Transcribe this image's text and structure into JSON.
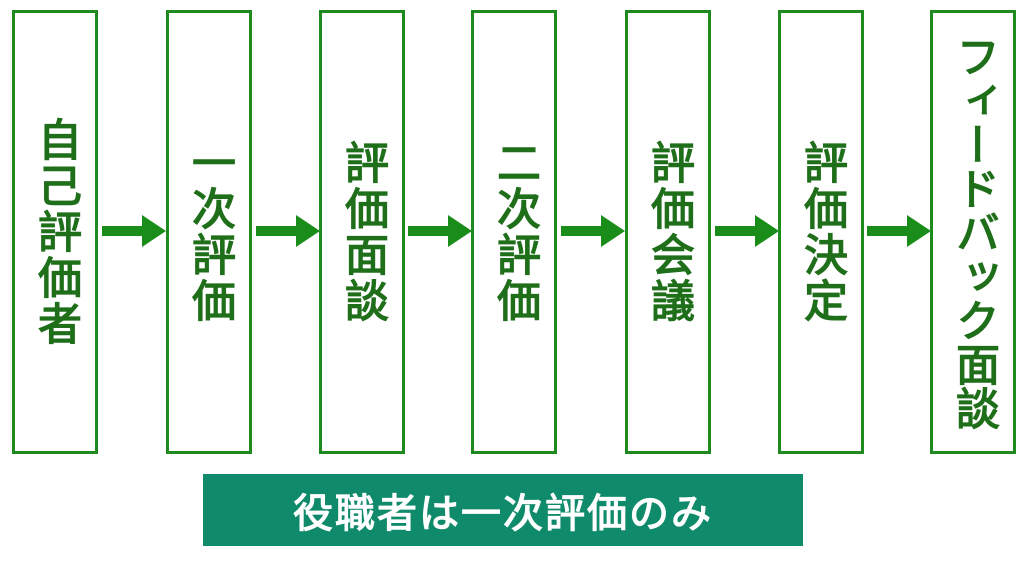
{
  "colors": {
    "border": "#1f8a1f",
    "text": "#1f6f1a",
    "arrow": "#1a8c1a",
    "note_bg": "#0f8a6a",
    "note_text": "#ffffff"
  },
  "steps": [
    {
      "label": "自己評価者"
    },
    {
      "label": "一次評価"
    },
    {
      "label": "評価面談"
    },
    {
      "label": "二次評価"
    },
    {
      "label": "評価会議"
    },
    {
      "label": "評価決定"
    },
    {
      "label": "フィードバック面談"
    }
  ],
  "note": {
    "label": "役職者は一次評価のみ"
  }
}
